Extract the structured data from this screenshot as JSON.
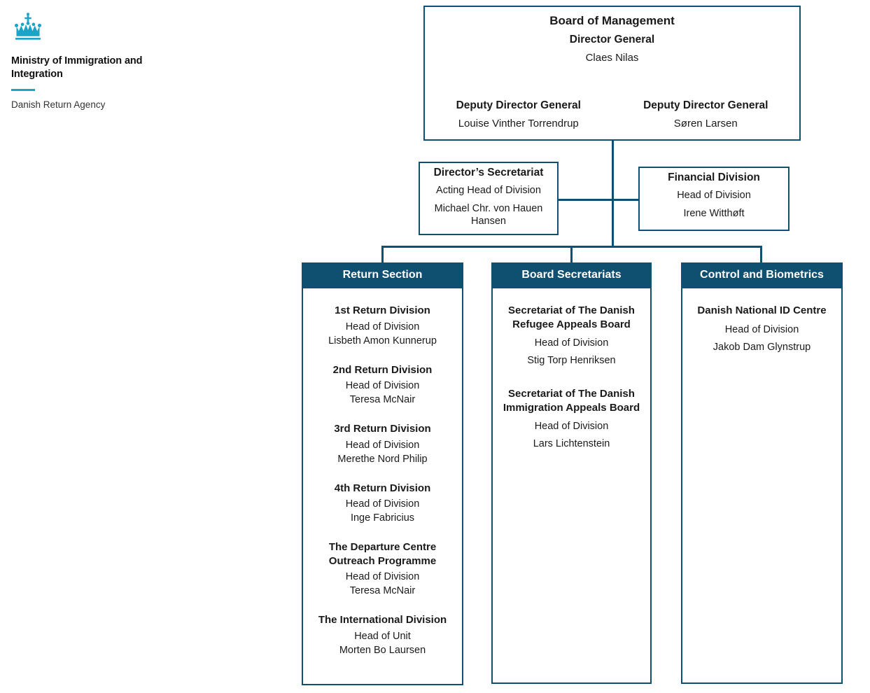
{
  "logo": {
    "icon": "danish-royal-crown-icon",
    "ministry": "Ministry of Immigration and Integration",
    "agency": "Danish Return Agency",
    "accent_color": "#1CA3C8"
  },
  "theme": {
    "line_color": "#0F4F70",
    "header_bg": "#0F4F70",
    "header_text": "#FFFFFF",
    "page_bg": "#FFFFFF"
  },
  "board": {
    "title": "Board of Management",
    "role": "Director General",
    "person": "Claes Nilas",
    "deputies": [
      {
        "role": "Deputy Director General",
        "person": "Louise Vinther Torrendrup"
      },
      {
        "role": "Deputy Director General",
        "person": "Søren Larsen"
      }
    ]
  },
  "mid_boxes": [
    {
      "title": "Director’s Secretariat",
      "role": "Acting Head of Division",
      "person": "Michael Chr. von Hauen Hansen"
    },
    {
      "title": "Financial Division",
      "role": "Head of Division",
      "person": "Irene Witthøft"
    }
  ],
  "columns": [
    {
      "header": "Return Section",
      "units": [
        {
          "name": "1st Return Division",
          "role": "Head of Division",
          "person": "Lisbeth Amon Kunnerup"
        },
        {
          "name": "2nd Return Division",
          "role": "Head of Division",
          "person": "Teresa McNair"
        },
        {
          "name": "3rd Return Division",
          "role": "Head of Division",
          "person": "Merethe Nord Philip"
        },
        {
          "name": "4th Return Division",
          "role": "Head of Division",
          "person": "Inge Fabricius"
        },
        {
          "name": "The Departure Centre Outreach Programme",
          "role": "Head of Division",
          "person": "Teresa McNair"
        },
        {
          "name": "The International Division",
          "role": "Head of Unit",
          "person": "Morten Bo Laursen"
        }
      ]
    },
    {
      "header": "Board Secretariats",
      "units": [
        {
          "name": "Secretariat of The Danish Refugee Appeals Board",
          "role": "Head of Division",
          "person": "Stig Torp Henriksen"
        },
        {
          "name": "Secretariat of The Danish Immigration Appeals Board",
          "role": "Head of Division",
          "person": "Lars Lichtenstein"
        }
      ]
    },
    {
      "header": "Control and Biometrics",
      "units": [
        {
          "name": "Danish National ID Centre",
          "role": "Head of Division",
          "person": "Jakob Dam Glynstrup"
        }
      ]
    }
  ]
}
